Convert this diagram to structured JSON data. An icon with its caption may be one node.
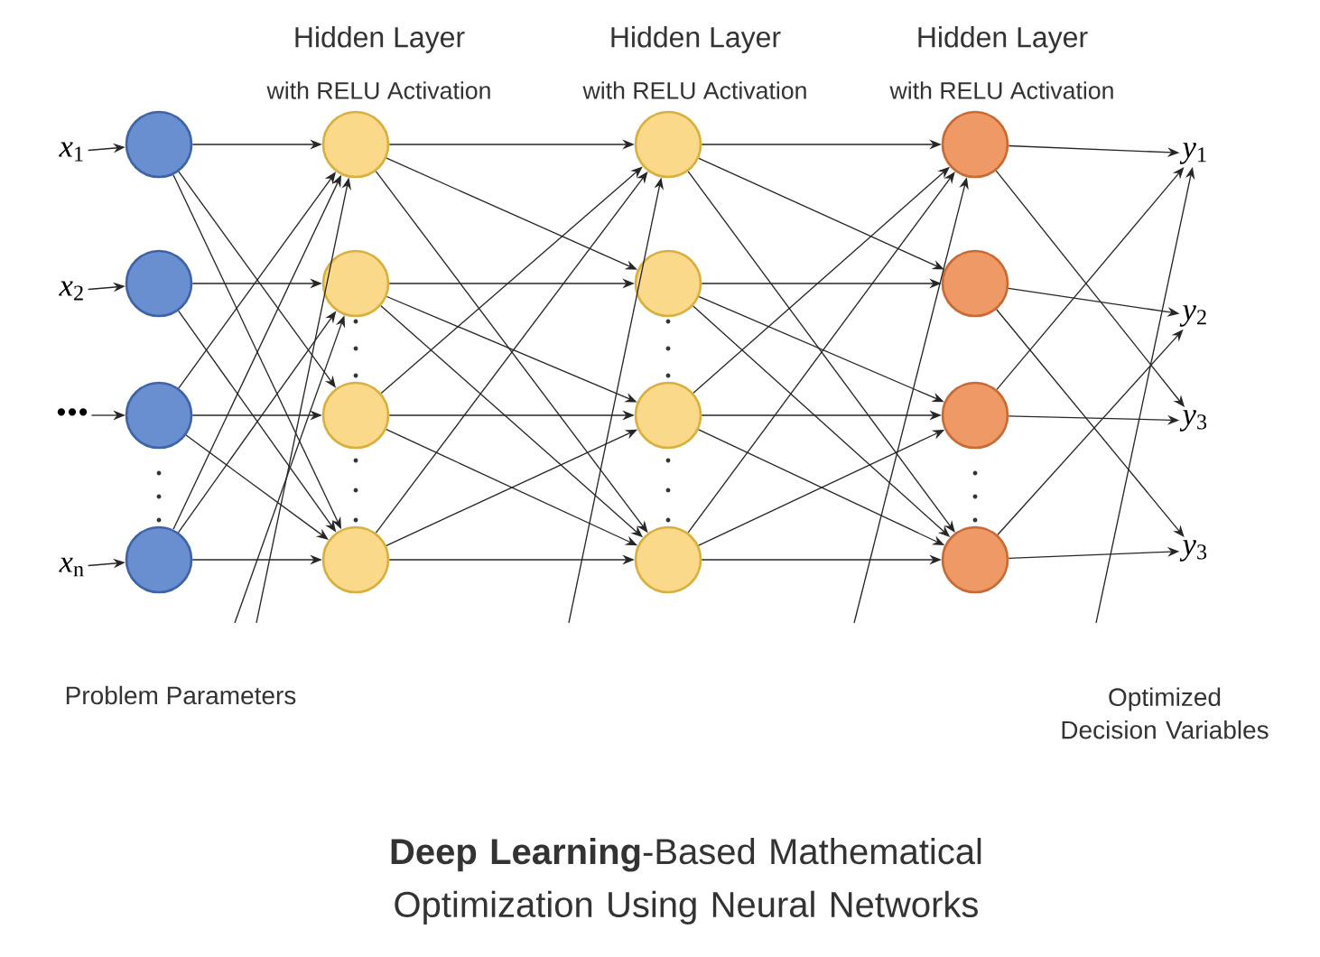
{
  "diagram": {
    "caption": "**Deep Learning**-Based Mathematical Optimization Using Neural Networks",
    "nodes": [
      {
        "text": [
          "*x*$_{1}$"
        ]
      },
      {
        "text": [
          "*x*$_{2}$"
        ]
      },
      {
        "text": [
          "•••"
        ]
      },
      {
        "text": [
          "*x*$_{n}$"
        ]
      },
      {
        "text": [],
        "shape": "circle"
      },
      {
        "text": [],
        "shape": "circle"
      },
      {
        "text": [],
        "shape": "circle"
      },
      {
        "text": [],
        "shape": "circle"
      },
      {
        "text": [],
        "shape": "circle"
      },
      {
        "text": [],
        "shape": "circle"
      },
      {
        "text": [],
        "shape": "circle"
      },
      {
        "text": [],
        "shape": "circle"
      },
      {
        "text": [],
        "shape": "circle"
      },
      {
        "text": [],
        "shape": "circle"
      },
      {
        "text": [],
        "shape": "circle"
      },
      {
        "text": [],
        "shape": "circle"
      },
      {
        "text": [],
        "shape": "circle"
      },
      {
        "text": [],
        "shape": "circle"
      },
      {
        "text": [],
        "shape": "circle"
      },
      {
        "text": [],
        "shape": "circle"
      },
      {
        "text": [
          "*y*$_{1}$"
        ]
      },
      {
        "text": [
          "*y*$_{2}$"
        ]
      },
      {
        "text": [
          "*y*$_{3}$"
        ]
      },
      {
        "text": [
          "*y*$_{3}$"
        ]
      }
    ],
    "edges": [
      {
        "from": 0,
        "to": 4,
        "arrow": "to"
      },
      {
        "from": 1,
        "to": 5,
        "arrow": "to"
      },
      {
        "from": 2,
        "to": 6,
        "arrow": "to"
      },
      {
        "from": 3,
        "to": 7,
        "arrow": "to"
      },
      {
        "from": 4,
        "to": 8,
        "arrow": "to"
      },
      {
        "from": 5,
        "to": 9,
        "arrow": "to"
      },
      {
        "from": 6,
        "to": 10,
        "arrow": "to"
      },
      {
        "from": 7,
        "to": 11,
        "arrow": "to"
      },
      {
        "from": 4,
        "to": 10,
        "arrow": "to"
      },
      {
        "from": 4,
        "to": 11,
        "arrow": "to"
      },
      {
        "from": 5,
        "to": 11,
        "arrow": "to"
      },
      {
        "from": 6,
        "to": 11,
        "arrow": "to"
      },
      {
        "from": 7,
        "to": 8,
        "arrow": "to"
      },
      {
        "from": 7,
        "to": 9,
        "arrow": "to"
      },
      {
        "from": 6,
        "to": 8,
        "arrow": "to"
      },
      {
        "from": 8,
        "to": 12,
        "arrow": "to"
      },
      {
        "from": 9,
        "to": 13,
        "arrow": "to"
      },
      {
        "from": 10,
        "to": 14,
        "arrow": "to"
      },
      {
        "from": 11,
        "to": 15,
        "arrow": "to"
      },
      {
        "from": 8,
        "to": 13,
        "arrow": "to"
      },
      {
        "from": 8,
        "to": 15,
        "arrow": "to"
      },
      {
        "from": 9,
        "to": 14,
        "arrow": "to"
      },
      {
        "from": 9,
        "to": 15,
        "arrow": "to"
      },
      {
        "from": 10,
        "to": 15,
        "arrow": "to"
      },
      {
        "from": 11,
        "to": 12,
        "arrow": "to"
      },
      {
        "from": 11,
        "to": 14,
        "arrow": "to"
      },
      {
        "from": 10,
        "to": 12,
        "arrow": "to"
      },
      {
        "from": 12,
        "to": 16,
        "arrow": "to"
      },
      {
        "from": 13,
        "to": 17,
        "arrow": "to"
      },
      {
        "from": 14,
        "to": 18,
        "arrow": "to"
      },
      {
        "from": 15,
        "to": 19,
        "arrow": "to"
      },
      {
        "from": 12,
        "to": 17,
        "arrow": "to"
      },
      {
        "from": 12,
        "to": 19,
        "arrow": "to"
      },
      {
        "from": 13,
        "to": 18,
        "arrow": "to"
      },
      {
        "from": 13,
        "to": 19,
        "arrow": "to"
      },
      {
        "from": 14,
        "to": 19,
        "arrow": "to"
      },
      {
        "from": 15,
        "to": 16,
        "arrow": "to"
      },
      {
        "from": 15,
        "to": 18,
        "arrow": "to"
      },
      {
        "from": 14,
        "to": 16,
        "arrow": "to"
      },
      {
        "from": 16,
        "to": 20,
        "arrow": "to"
      },
      {
        "from": 17,
        "to": 21,
        "arrow": "to"
      },
      {
        "from": 18,
        "to": 22,
        "arrow": "to"
      },
      {
        "from": 19,
        "to": 23,
        "arrow": "to"
      },
      {
        "from": 16,
        "to": 22,
        "arrow": "to"
      },
      {
        "from": 17,
        "to": 23,
        "arrow": "to"
      },
      {
        "from": 18,
        "to": 20,
        "arrow": "to"
      },
      {
        "from": 19,
        "to": 21,
        "arrow": "to"
      },
      {
        "from": null,
        "to": 8,
        "arrow": "to"
      },
      {
        "from": null,
        "to": 9,
        "arrow": "to"
      },
      {
        "from": null,
        "to": 12,
        "arrow": "to"
      },
      {
        "from": null,
        "to": 16,
        "arrow": "to"
      },
      {
        "from": null,
        "to": 20,
        "arrow": "to"
      }
    ],
    "labels": [
      "Hidden Layer",
      "Hidden Layer",
      "Hidden Layer",
      "with RELU Activation",
      "with RELU Activation",
      "with RELU Activation",
      "Problem Parameters",
      "Optimized Decision Variables"
    ]
  }
}
